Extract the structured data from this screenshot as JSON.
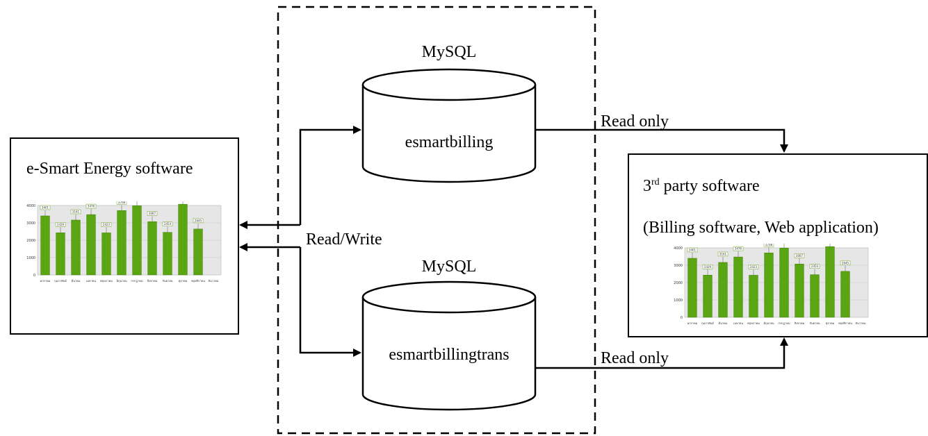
{
  "databases": {
    "top": {
      "engine": "MySQL",
      "name": "esmartbilling"
    },
    "bottom": {
      "engine": "MySQL",
      "name": "esmartbillingtrans"
    }
  },
  "left_system": {
    "title": "e-Smart Energy software"
  },
  "right_system": {
    "title_main": "3",
    "title_sup": "rd",
    "title_rest": " party software",
    "subtitle": "(Billing software, Web application)"
  },
  "connections": {
    "read_write": "Read/Write",
    "read_only_top": "Read only",
    "read_only_bottom": "Read only"
  },
  "colors": {
    "bar": "#5aa512",
    "bar_dark": "#3f7a08",
    "plot_bg": "#e6e6e6",
    "label_border": "#6aa11c"
  },
  "chart_data": {
    "type": "bar",
    "categories": [
      "มกราคม",
      "กุมภาพันธ์",
      "มีนาคม",
      "เมษายน",
      "พฤษภาคม",
      "มิถุนายน",
      "กรกฎาคม",
      "สิงหาคม",
      "กันยายน",
      "ตุลาคม",
      "พฤศจิกายน",
      "ธันวาคม"
    ],
    "values": [
      3401,
      2429,
      3161,
      3476,
      2423,
      3708,
      3986,
      3067,
      2454,
      4074,
      2645,
      null
    ],
    "ylim": [
      0,
      4000
    ],
    "yticks": [
      0,
      1000,
      2000,
      3000,
      4000
    ],
    "grid": true
  }
}
